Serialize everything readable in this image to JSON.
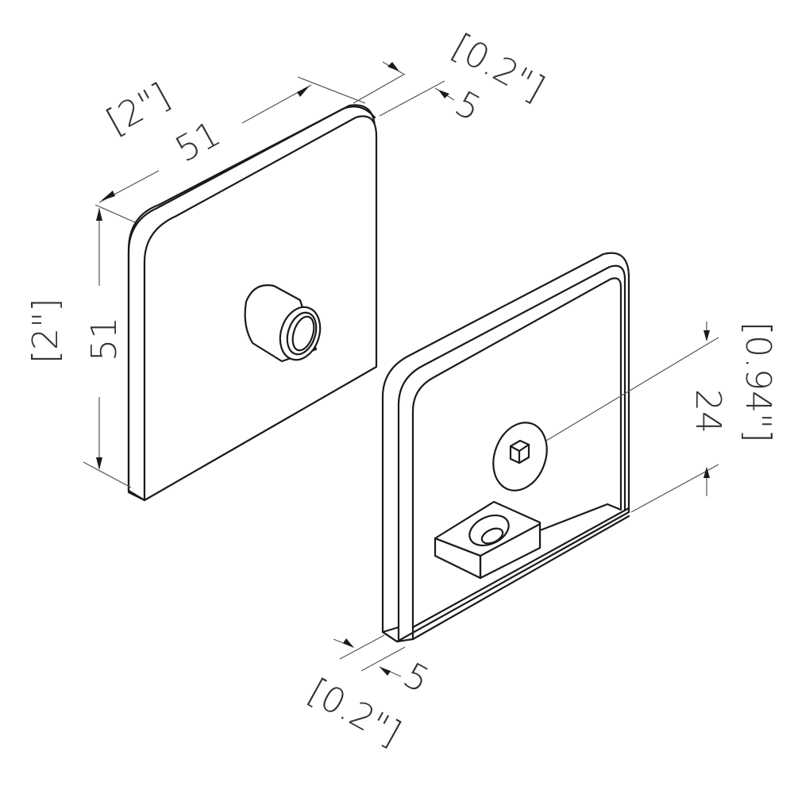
{
  "drawing": {
    "type": "isometric technical drawing",
    "colors": {
      "line": "#1a1a1a",
      "dimension_line": "#555555",
      "text": "#333333",
      "background": "#ffffff"
    },
    "parts": [
      {
        "name": "back-plate",
        "feature": "threaded boss"
      },
      {
        "name": "front-clamp-plate",
        "feature": "hex socket countersunk screw and notched tab"
      }
    ],
    "dimensions": {
      "top_width_mm": "51",
      "top_width_in": "[2\"]",
      "top_thickness_mm": "5",
      "top_thickness_in": "[0.2\"]",
      "left_height_mm": "51",
      "left_height_in": "[2\"]",
      "right_offset_mm": "24",
      "right_offset_in": "[0.94\"]",
      "bottom_thickness_mm": "5",
      "bottom_thickness_in": "[0.2\"]"
    }
  }
}
